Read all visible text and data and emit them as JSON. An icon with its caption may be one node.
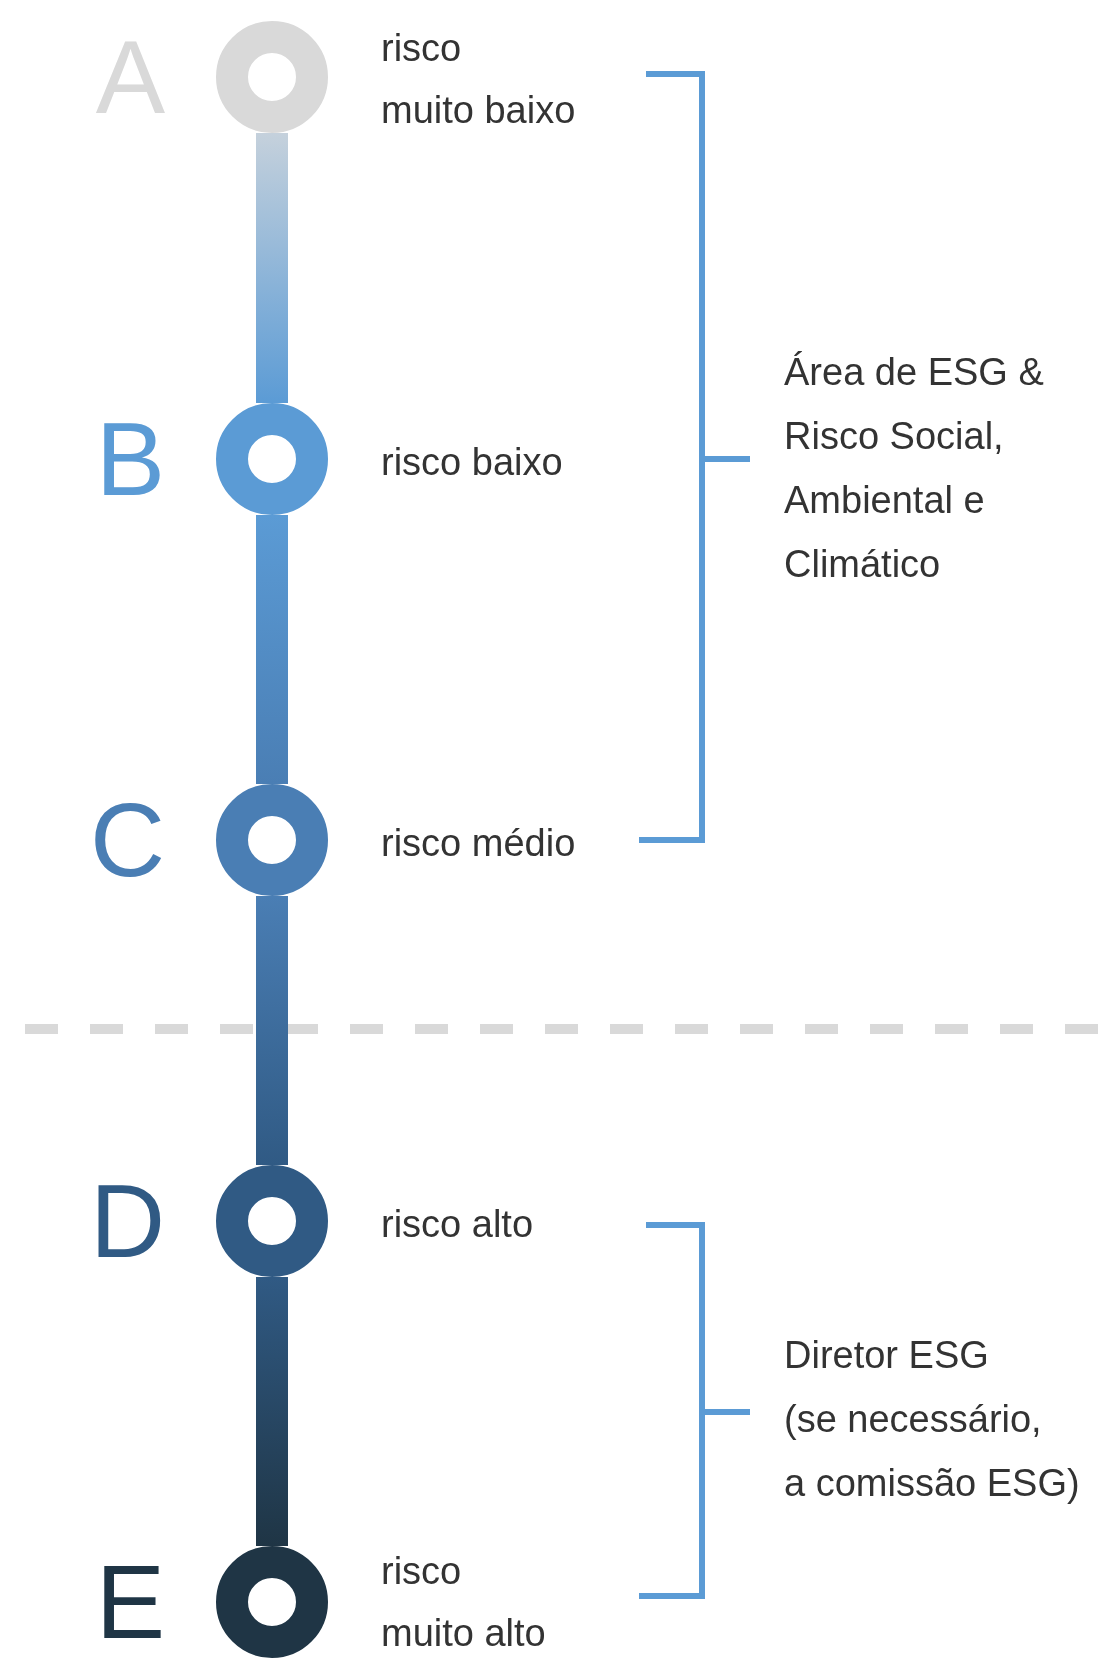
{
  "diagram": {
    "nodes": [
      {
        "text": [],
        "shape": "circle",
        "beside": [
          "A",
          "risco muito baixo"
        ]
      },
      {
        "text": [],
        "shape": "circle",
        "beside": [
          "B",
          "risco baixo"
        ]
      },
      {
        "text": [],
        "shape": "circle",
        "beside": [
          "C",
          "risco médio"
        ]
      },
      {
        "text": [],
        "shape": "circle",
        "beside": [
          "D",
          "risco alto"
        ]
      },
      {
        "text": [],
        "shape": "circle",
        "beside": [
          "E",
          "risco muito alto"
        ]
      }
    ],
    "edges": [
      {
        "from": 0,
        "to": 1,
        "arrow": "none"
      },
      {
        "from": 1,
        "to": 2,
        "arrow": "none"
      },
      {
        "from": 2,
        "to": 3,
        "arrow": "none"
      },
      {
        "from": 3,
        "to": 4,
        "arrow": "none"
      }
    ],
    "labels": [
      "Área de ESG & Risco Social, Ambiental e Climático",
      "Diretor ESG (se necessário, a comissão ESG)"
    ]
  }
}
